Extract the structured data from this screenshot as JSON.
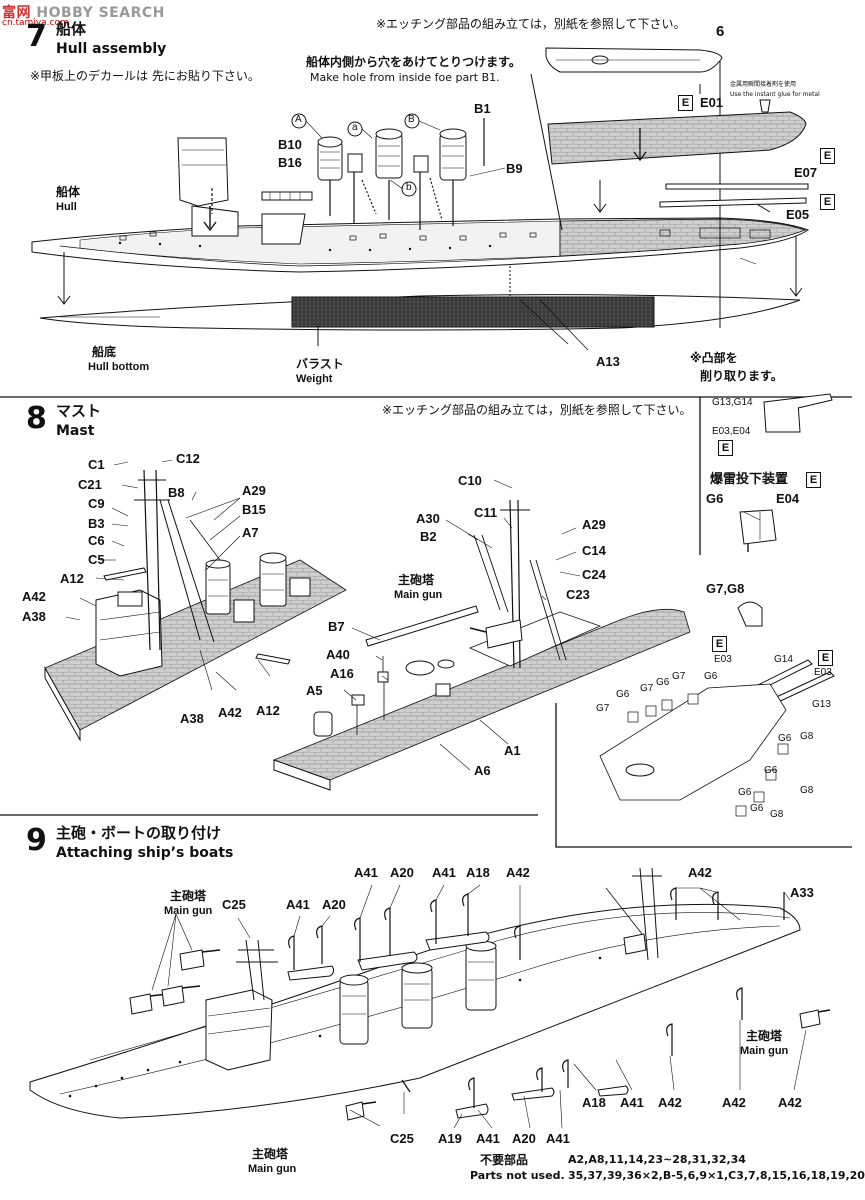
{
  "watermark": {
    "text": "HOBBY SEARCH",
    "prefix": "富网",
    "url": "cn.tamiya.com"
  },
  "step7": {
    "number": "7",
    "title_jp": "船体",
    "title_en": "Hull assembly",
    "note_decal": "※甲板上のデカールは 先にお貼り下さい。",
    "note_etch": "※エッチング部品の組み立ては，別紙を参照して下さい。",
    "hole_note_jp": "船体内側から穴をあけてとりつけます。",
    "hole_note_en": "Make hole from inside foe part B1.",
    "hull_jp": "船体",
    "hull_en": "Hull",
    "bottom_jp": "船底",
    "bottom_en": "Hull bottom",
    "weight_jp": "バラスト",
    "weight_en": "Weight",
    "remove_note_1": "※凸部を",
    "remove_note_2": "削り取ります。",
    "glue_note_1": "金属用瞬間接着剤を使用",
    "glue_note_2": "Use the instant glue for metal",
    "labels": {
      "b10": "B10",
      "b16": "B16",
      "b1": "B1",
      "b9": "B9",
      "e01": "E01",
      "e07": "E07",
      "e05": "E05",
      "a13": "A13",
      "six": "6",
      "A": "A",
      "a": "a",
      "B": "B",
      "b": "b",
      "e": "E"
    }
  },
  "step8": {
    "number": "8",
    "title_jp": "マスト",
    "title_en": "Mast",
    "note_etch": "※エッチング部品の組み立ては，別紙を参照して下さい。",
    "main_gun_jp": "主砲塔",
    "main_gun_en": "Main gun",
    "depth_charge_jp": "爆雷投下装置",
    "labels": {
      "c1": "C1",
      "c12": "C12",
      "c21": "C21",
      "b8": "B8",
      "c9": "C9",
      "a29": "A29",
      "b3": "B3",
      "b15": "B15",
      "c6": "C6",
      "a7": "A7",
      "c5": "C5",
      "a12": "A12",
      "a42": "A42",
      "a38": "A38",
      "a38b": "A38",
      "a42b": "A42",
      "a12b": "A12",
      "c10": "C10",
      "a30": "A30",
      "c11": "C11",
      "a29b": "A29",
      "b2": "B2",
      "c14": "C14",
      "c24": "C24",
      "c23": "C23",
      "b7": "B7",
      "a40": "A40",
      "a16": "A16",
      "a5": "A5",
      "a1": "A1",
      "a6": "A6",
      "g13g14": "G13,G14",
      "e03e04": "E03,E04",
      "g6": "G6",
      "e04": "E04",
      "g7g8": "G7,G8",
      "e03": "E03",
      "g14": "G14",
      "e03b": "E03",
      "g13": "G13",
      "g6a": "G6",
      "g7a": "G7",
      "g6b": "G6",
      "g7b": "G7",
      "g6c": "G6",
      "g7c": "G7",
      "g6d": "G6",
      "g6e": "G6",
      "g8a": "G8",
      "g6f": "G6",
      "g8b": "G8",
      "g6g": "G6",
      "g8c": "G8",
      "g8d": "G8",
      "e": "E"
    }
  },
  "step9": {
    "number": "9",
    "title_jp": "主砲・ボートの取り付け",
    "title_en": "Attaching ship’s boats",
    "main_gun_jp": "主砲塔",
    "main_gun_en": "Main gun",
    "labels": {
      "c25": "C25",
      "a41a": "A41",
      "a20a": "A20",
      "a41b": "A41",
      "a20b": "A20",
      "a41c": "A41",
      "a18a": "A18",
      "a42a": "A42",
      "a42b": "A42",
      "a33": "A33",
      "c25b": "C25",
      "a19": "A19",
      "a41d": "A41",
      "a20c": "A20",
      "a41e": "A41",
      "a18b": "A18",
      "a41f": "A41",
      "a42c": "A42",
      "a42d": "A42",
      "a42e": "A42"
    },
    "unused_jp": "不要部品",
    "unused_en": "Parts not used.",
    "unused_1": "A2,A8,11,14,23~28,31,32,34",
    "unused_2": "35,37,39,36×2,B-5,6,9×1,C3,7,8,15,16,18,19,20"
  },
  "colors": {
    "ink": "#111111",
    "deck": "#8a8a8a",
    "dark_fill": "#4a4a4a",
    "paper": "#ffffff"
  }
}
